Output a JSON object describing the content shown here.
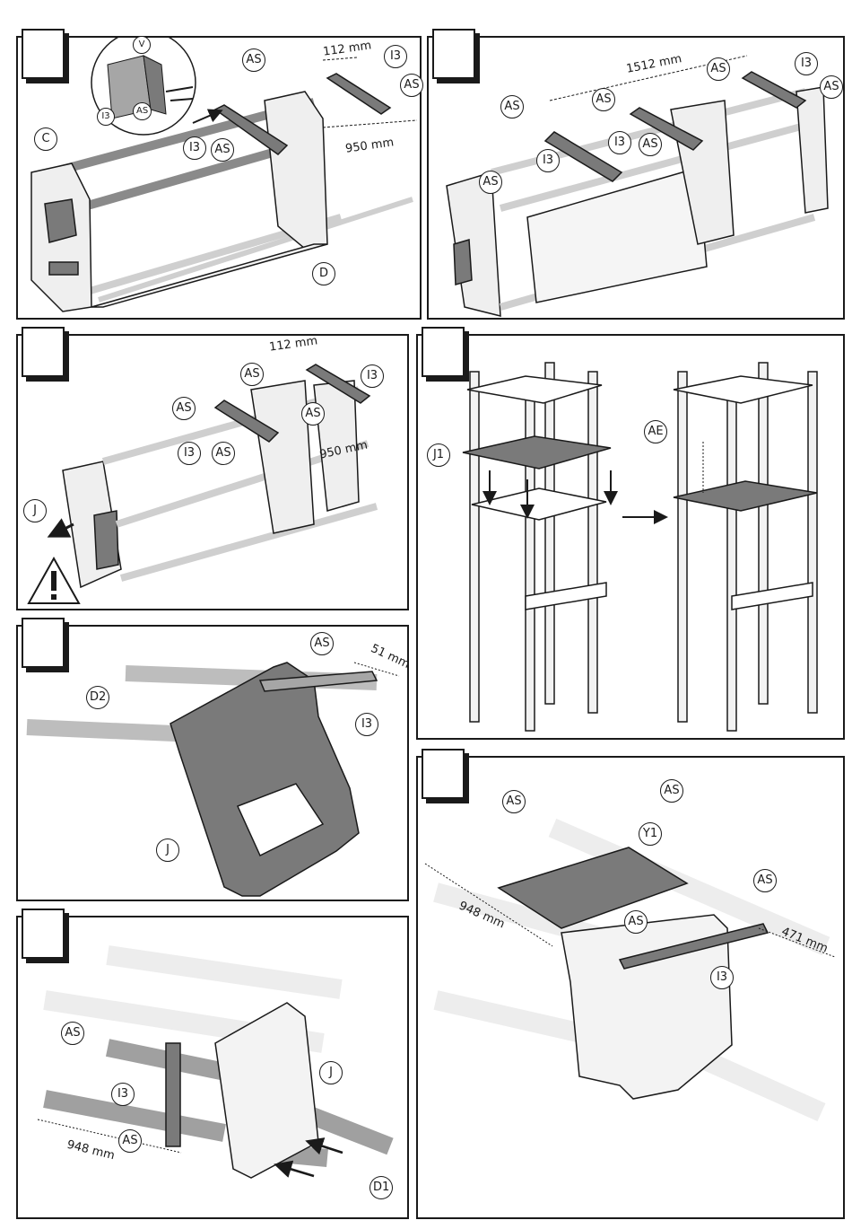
{
  "labels": {
    "C": "C",
    "D": "D",
    "D1": "D1",
    "D2": "D2",
    "J": "J",
    "J1": "J1",
    "AS": "AS",
    "AE": "AE",
    "I3": "I3",
    "Y1": "Y1",
    "V": "V",
    "i3_small": "I3"
  },
  "dimensions": {
    "d112": "112 mm",
    "d950": "950 mm",
    "d1512": "1512 mm",
    "d51": "51 mm",
    "d948": "948 mm",
    "d471": "471 mm"
  },
  "colors": {
    "line": "#1a1a1a",
    "fill_dark": "#7a7a7a",
    "fill_mid": "#a6a6a6",
    "fill_light": "#d9d9d9"
  }
}
